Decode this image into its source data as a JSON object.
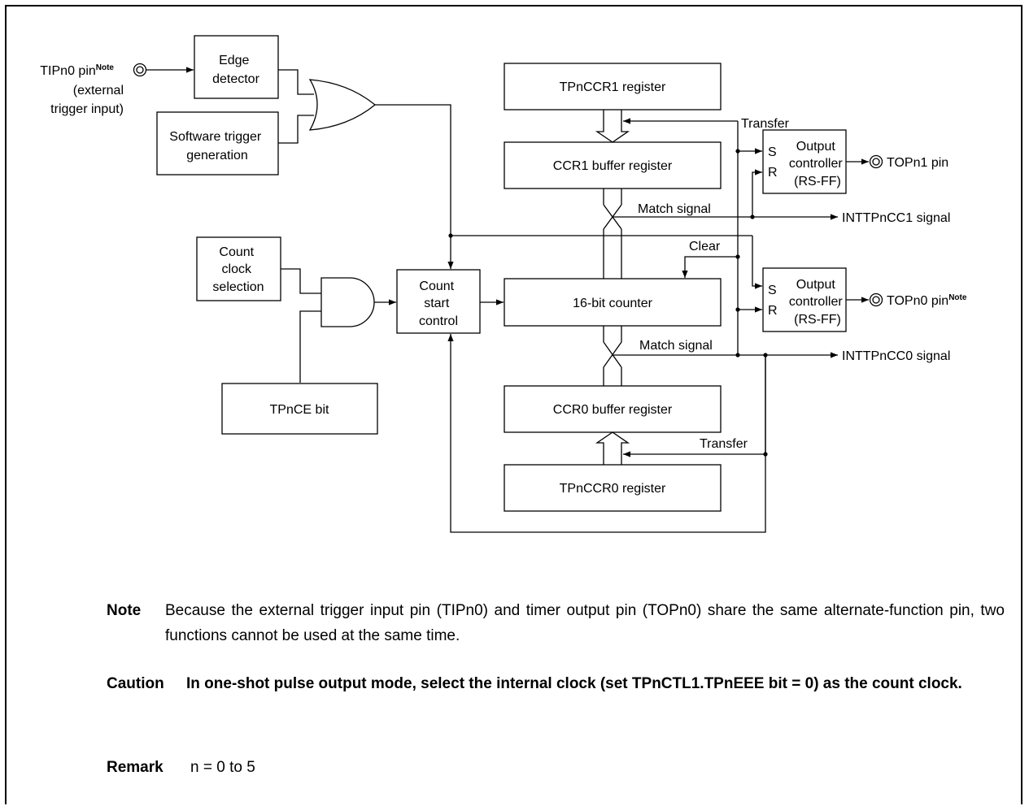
{
  "pins": {
    "tipn0_pin": "TIPn0 pin",
    "tipn0_note": "Note",
    "tipn0_sub1": "(external",
    "tipn0_sub2": "trigger input)",
    "topn1_pin": "TOPn1 pin",
    "topn0_pin": "TOPn0 pin",
    "topn0_note": "Note"
  },
  "blocks": {
    "edge_detector": [
      "Edge",
      "detector"
    ],
    "software_trigger": [
      "Software trigger",
      "generation"
    ],
    "count_clock_selection": [
      "Count",
      "clock",
      "selection"
    ],
    "tpnce_bit": "TPnCE bit",
    "count_start_control": [
      "Count",
      "start",
      "control"
    ],
    "tpnccr1_register": "TPnCCR1 register",
    "ccr1_buffer_register": "CCR1 buffer register",
    "counter_16bit": "16-bit counter",
    "ccr0_buffer_register": "CCR0 buffer register",
    "tpnccr0_register": "TPnCCR0 register",
    "output_controller_1": [
      "Output",
      "controller",
      "(RS-FF)"
    ],
    "output_controller_0": [
      "Output",
      "controller",
      "(RS-FF)"
    ],
    "sr_s": "S",
    "sr_r": "R"
  },
  "signals": {
    "transfer_top": "Transfer",
    "match_signal_1": "Match signal",
    "intt_cc1": "INTTPnCC1 signal",
    "clear": "Clear",
    "match_signal_0": "Match signal",
    "intt_cc0": "INTTPnCC0 signal",
    "transfer_bottom": "Transfer"
  },
  "notes": {
    "note_label": "Note",
    "note_text": "Because the external trigger input pin (TIPn0) and timer output pin (TOPn0) share the same alternate-function pin, two functions cannot be used at the same time.",
    "caution_label": "Caution",
    "caution_text": "In one-shot pulse output mode, select the internal clock (set TPnCTL1.TPnEEE bit = 0) as the count clock.",
    "remark_label": "Remark",
    "remark_text": "n = 0 to 5"
  }
}
